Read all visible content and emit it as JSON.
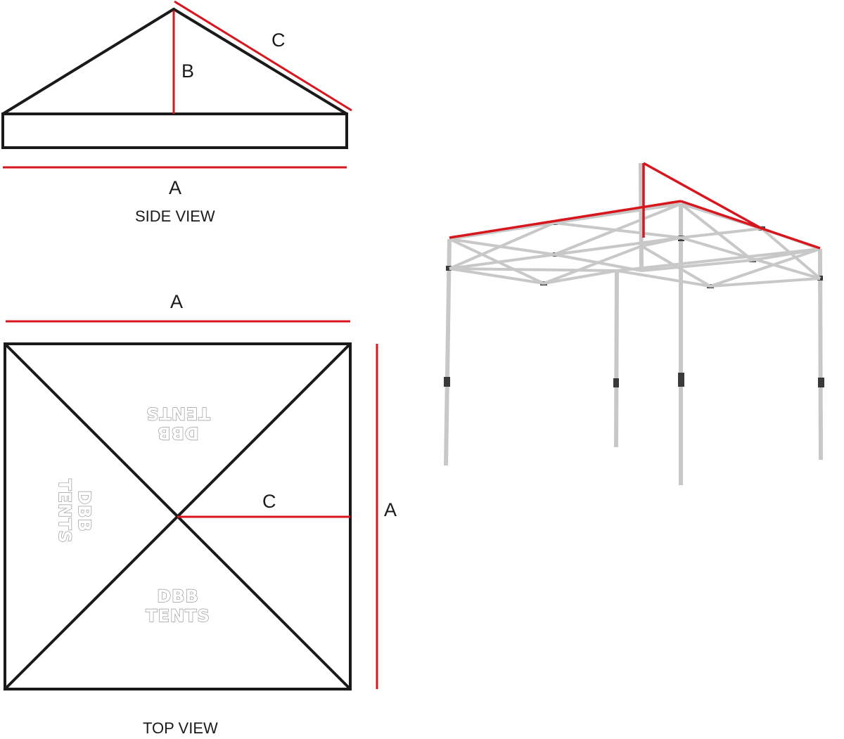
{
  "side_view": {
    "caption": "SIDE VIEW",
    "label_a": "A",
    "label_b": "B",
    "label_c": "C"
  },
  "top_view": {
    "caption": "TOP VIEW",
    "label_a_top": "A",
    "label_a_side": "A",
    "label_c": "C",
    "watermark_line1": "DBB",
    "watermark_line2": "TENTS"
  },
  "colors": {
    "outline": "#1a1a1a",
    "dimension": "#d7161e",
    "frame": "#c8c8c8"
  },
  "icons": {
    "canopy_frame": "tent-frame-icon",
    "watermark": "dbb-tents-logo"
  }
}
